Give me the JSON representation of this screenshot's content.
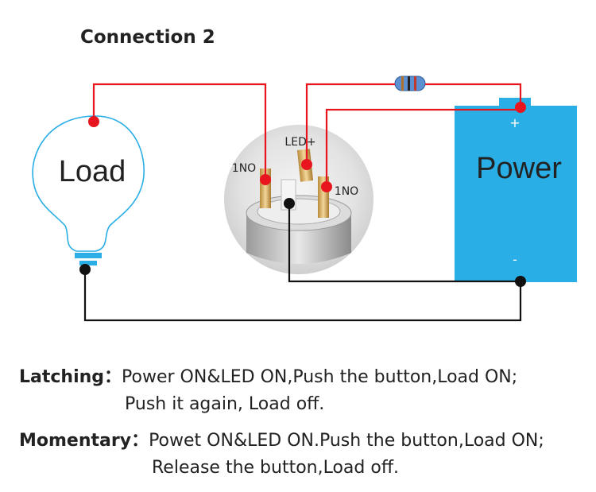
{
  "title": "Connection 2",
  "load_label": "Load",
  "power_label": "Power",
  "led_label": "LED+",
  "no_left_label": "1NO",
  "no_right_label": "1NO",
  "plus_sign": "+",
  "minus_sign": "-",
  "latching": {
    "label": "Latching：",
    "line1": "Power ON&LED ON,Push the button,Load ON;",
    "line2": "Push it again, Load off."
  },
  "momentary": {
    "label": "Momentary：",
    "line1": "Powet ON&LED ON.Push the button,Load ON;",
    "line2": "Release the button,Load off."
  },
  "colors": {
    "wire_red": "#e8151f",
    "wire_black": "#111111",
    "battery_blue": "#29aee6",
    "bulb_outline": "#29aee6",
    "resistor": "#4a86c8"
  }
}
